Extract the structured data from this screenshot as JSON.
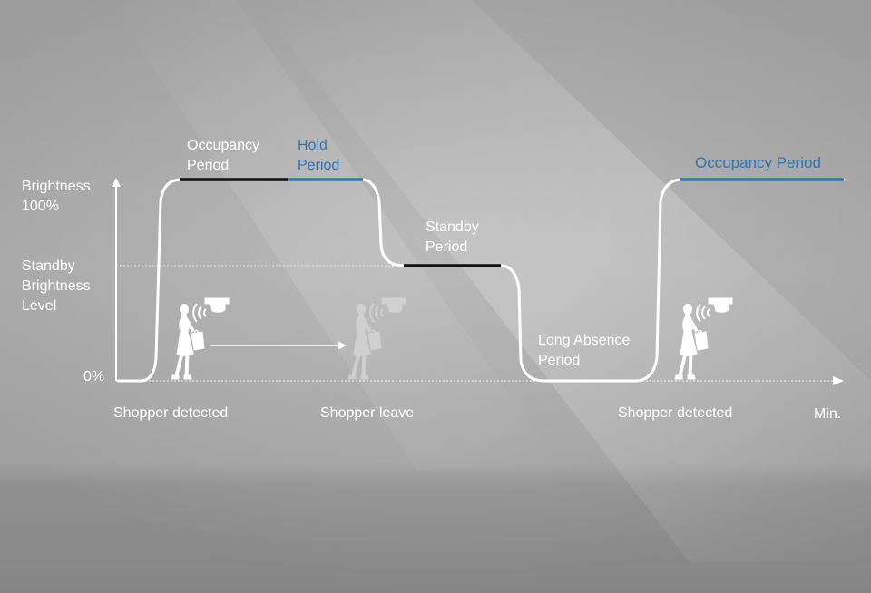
{
  "colors": {
    "curve": "#ffffff",
    "accent": "#2f74b5",
    "segment_dark": "#111111",
    "text": "#ffffff"
  },
  "y_axis": {
    "top_label": [
      "Brightness",
      "100%"
    ],
    "standby_label": [
      "Standby",
      "Brightness",
      "Level"
    ],
    "zero_label": "0%"
  },
  "x_axis": {
    "unit_label": "Min.",
    "events": [
      "Shopper detected",
      "Shopper leave",
      "Shopper detected"
    ]
  },
  "periods": {
    "occupancy": [
      "Occupancy",
      "Period"
    ],
    "hold": [
      "Hold",
      "Period"
    ],
    "standby": [
      "Standby",
      "Period"
    ],
    "long_absence": [
      "Long Absence",
      "Period"
    ],
    "occupancy_again": "Occupancy Period"
  },
  "icons": [
    "shopper-with-bag-icon",
    "motion-sensor-icon",
    "arrow-right-icon"
  ]
}
